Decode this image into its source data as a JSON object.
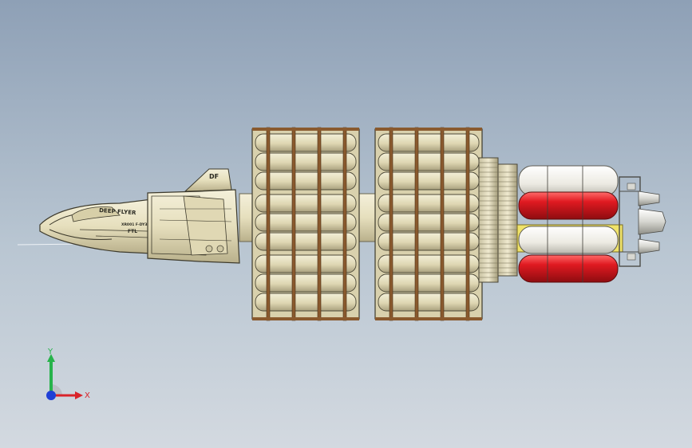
{
  "model": {
    "name_plate": "DEEP FLYER",
    "registration": "XR001 F-DY3",
    "fin_marking": "DF",
    "hull_logo": "FTL"
  },
  "triad": {
    "x_label": "X",
    "y_label": "Y",
    "x_color": "#d9232a",
    "y_color": "#27b34b",
    "z_color": "#1f3fd6"
  },
  "colors": {
    "background_top": "#8ea0b6",
    "background_bottom": "#d3d9e0",
    "hull": "#e9e3c4",
    "hull_shadow": "#b8b190",
    "strap": "#8a5a2e",
    "fuel_tank_red": "#d4141b",
    "fuel_tank_white": "#f1f1ec",
    "conduit_yellow": "#f0e36a"
  }
}
